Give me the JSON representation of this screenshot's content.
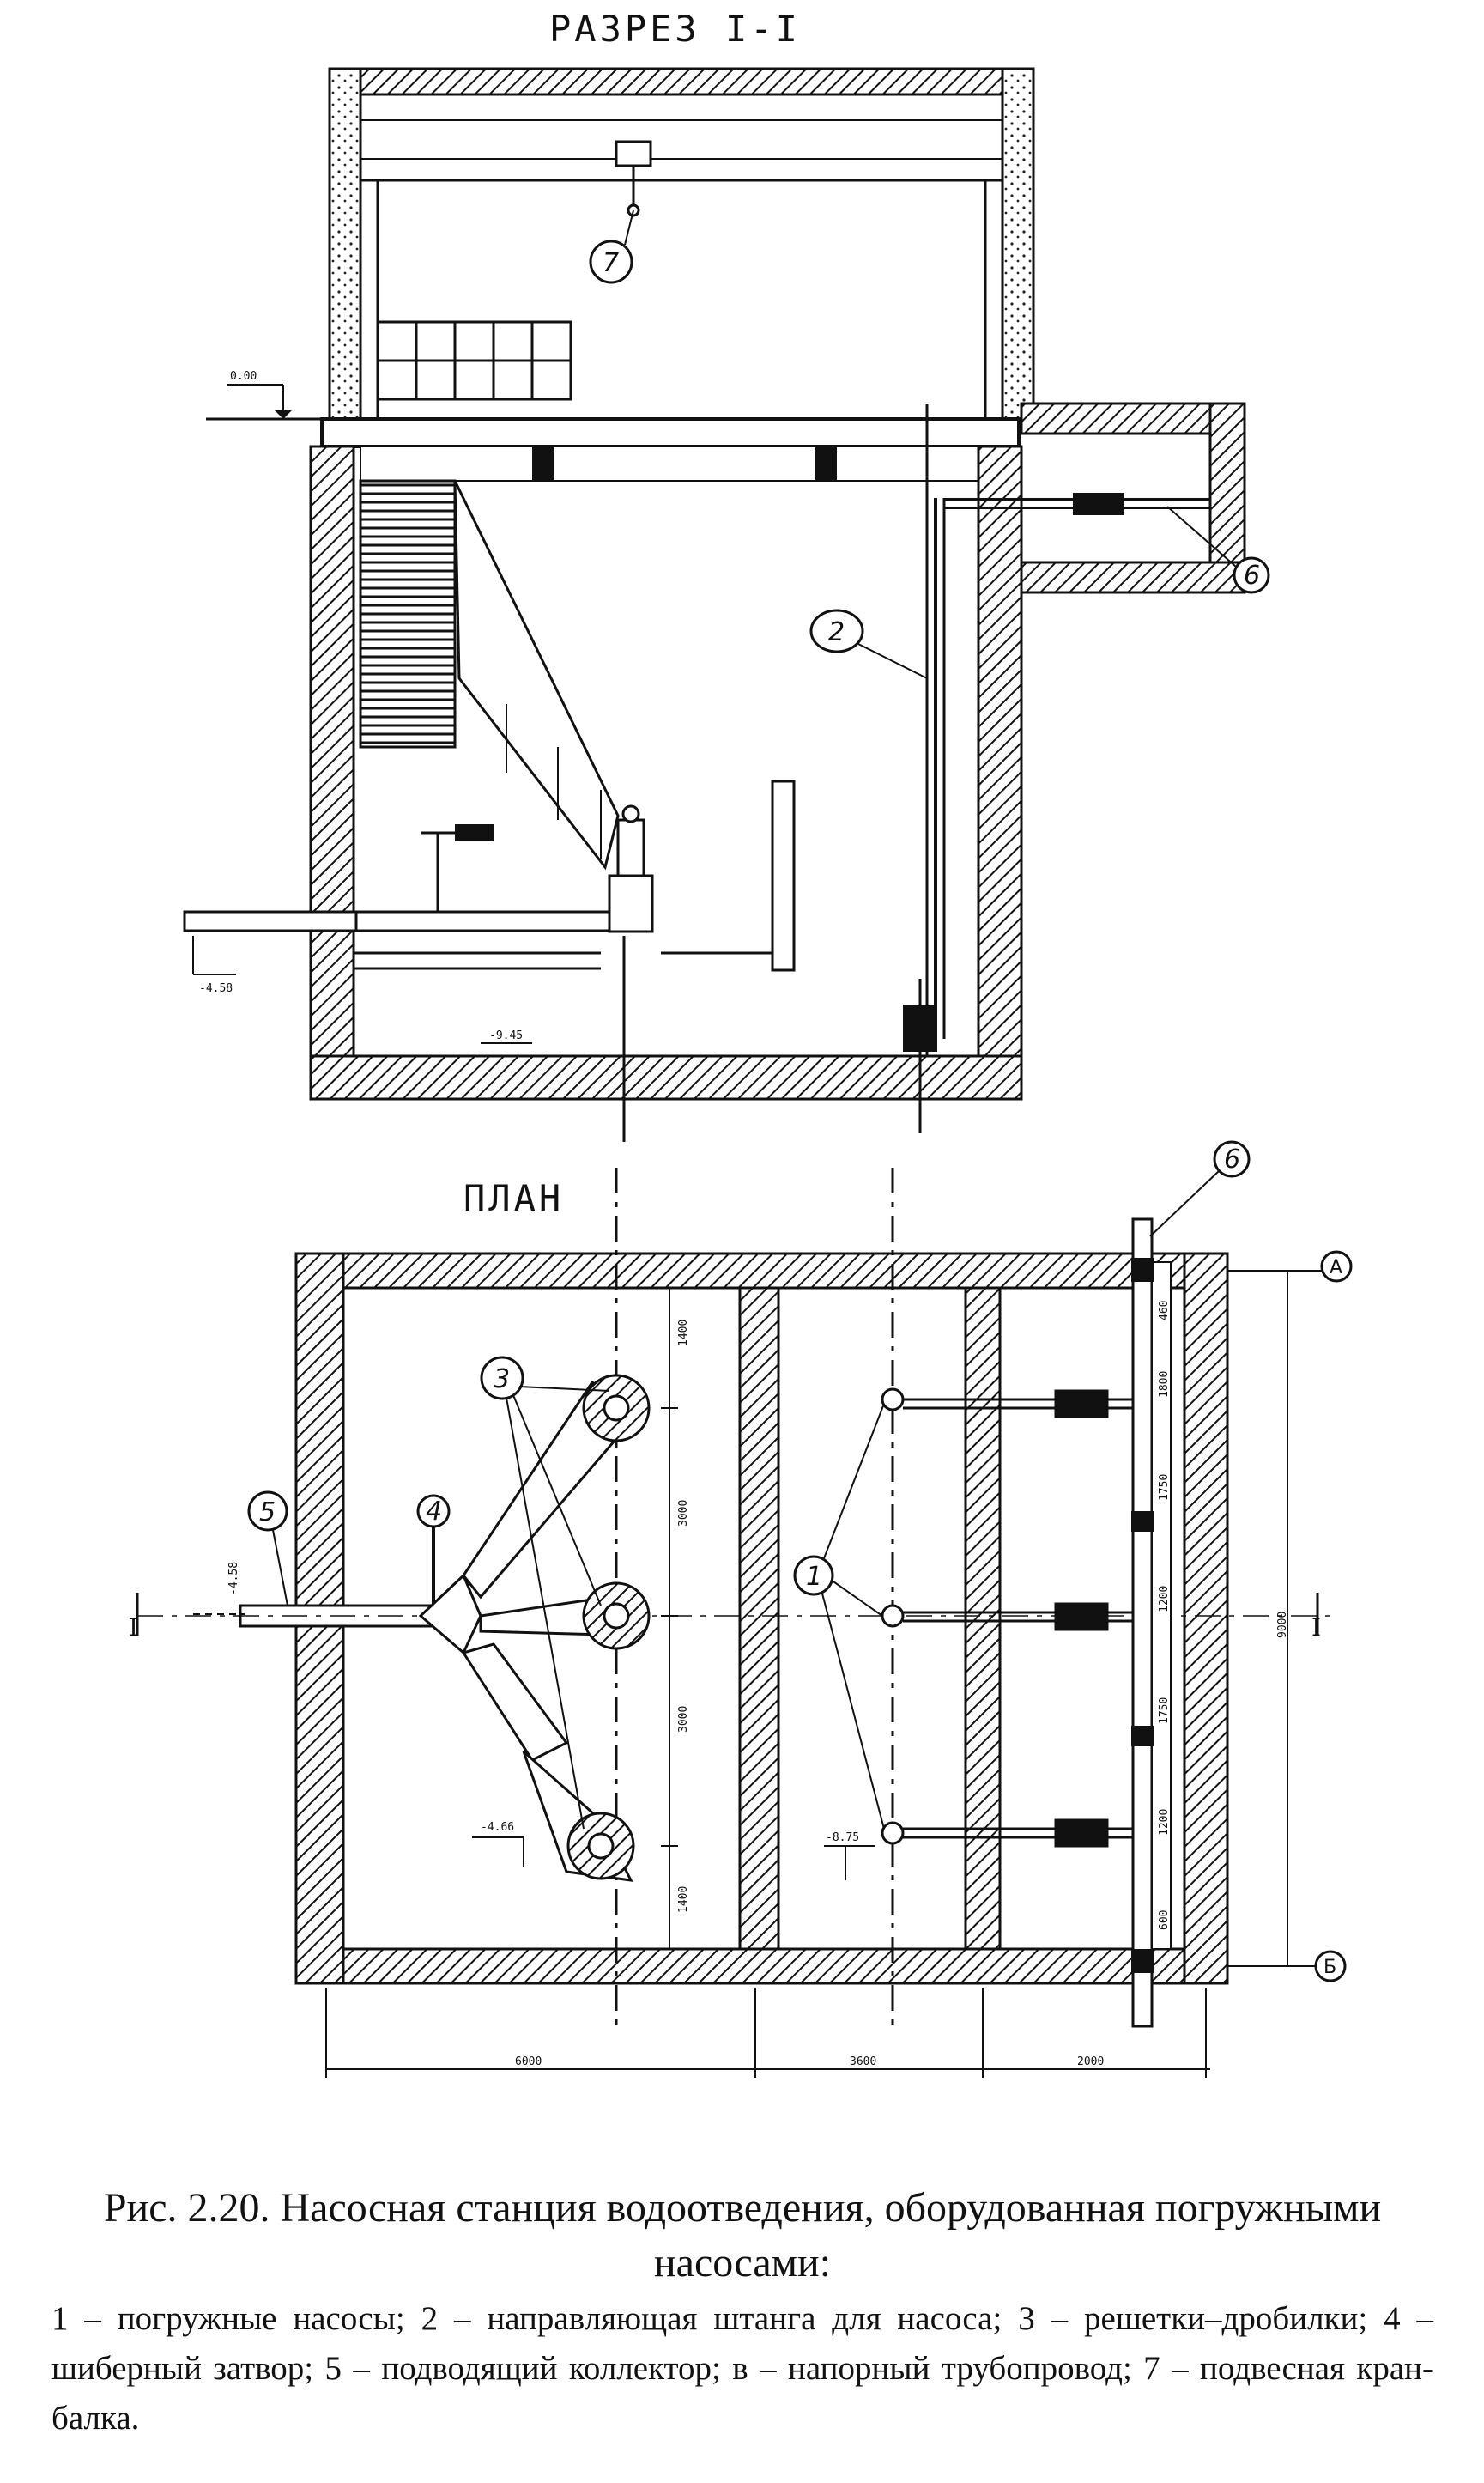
{
  "figure": {
    "section_title": "РАЗРЕЗ I-I",
    "plan_title": "ПЛАН",
    "callouts": {
      "pumps": "1",
      "guide_rail": "2",
      "grinder_screens": "3",
      "gate_valve": "4",
      "inlet_collector": "5",
      "pressure_pipe": "6",
      "crane_beam": "7"
    },
    "grid_axes": {
      "top": "А",
      "bottom": "Б"
    },
    "section_marks": {
      "left": "I",
      "right": "I"
    },
    "section_levels": {
      "ground": "0.00",
      "inlet": "-4.58",
      "bottom": "-9.45"
    },
    "plan_levels": {
      "left": "-4.66",
      "right": "-8.75",
      "inlet": "-4.58"
    },
    "plan_dimensions": {
      "bottom": [
        "6000",
        "3600",
        "2000"
      ],
      "right": [
        "9000"
      ],
      "left_vertical": [
        "1400",
        "3000",
        "3000",
        "1400"
      ],
      "pipe_vertical": [
        "460",
        "1800",
        "1750",
        "1200",
        "1750",
        "1200",
        "600"
      ]
    }
  },
  "caption": {
    "title": "Рис. 2.20. Насосная станция водоотведения, оборудованная погружными насосами:",
    "legend": "1 – погружные насосы; 2 – направляющая штанга для насоса; 3 – решетки–дробилки; 4 – шиберный затвор; 5 – подводящий коллектор; в – напорный трубопровод; 7 – подвесная кран-балка."
  }
}
